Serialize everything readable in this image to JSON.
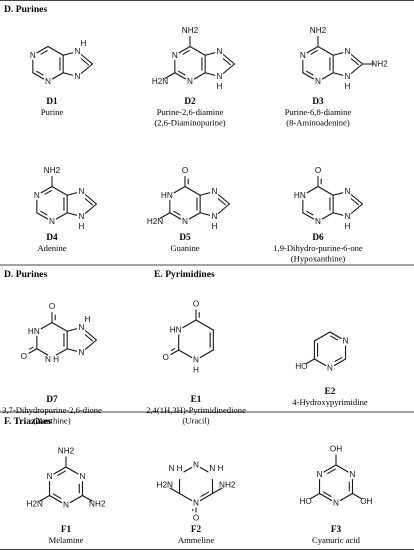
{
  "sections": {
    "purines_a": "D. Purines",
    "purines_b": "D. Purines",
    "pyrimidines": "E. Pyrimidines",
    "triazines": "F. Triazines"
  },
  "compounds": [
    {
      "code": "D1",
      "name": [
        "Purine"
      ]
    },
    {
      "code": "D2",
      "name": [
        "Purine-2,6-diamine",
        "(2,6-Diaminopurine)"
      ]
    },
    {
      "code": "D3",
      "name": [
        "Purine-6,8-diamine",
        "(8-Aminoadenine)"
      ]
    },
    {
      "code": "D4",
      "name": [
        "Adenine"
      ]
    },
    {
      "code": "D5",
      "name": [
        "Guanine"
      ]
    },
    {
      "code": "D6",
      "name": [
        "1,9-Dihydro-purine-6-one",
        "(Hypoxanthine)"
      ]
    },
    {
      "code": "D7",
      "name": [
        "3,7-Dihydropurine-2,6-dione",
        "(Xanthine)"
      ]
    },
    {
      "code": "E1",
      "name": [
        "2,4(1H,3H)-Pyrimidinedione",
        "(Uracil)"
      ]
    },
    {
      "code": "E2",
      "name": [
        "4-Hydroxypyrimidine"
      ]
    },
    {
      "code": "F1",
      "name": [
        "Melamine"
      ]
    },
    {
      "code": "F2",
      "name": [
        "Ammeline"
      ]
    },
    {
      "code": "F3",
      "name": [
        "Cyanuric acid"
      ]
    }
  ],
  "atom_labels": {
    "N": "N",
    "NH": "N H",
    "HN": "HN",
    "H": "H",
    "NH2": "NH2",
    "H2N": "H2N",
    "O": "O",
    "OH": "OH",
    "HO": "HO"
  }
}
